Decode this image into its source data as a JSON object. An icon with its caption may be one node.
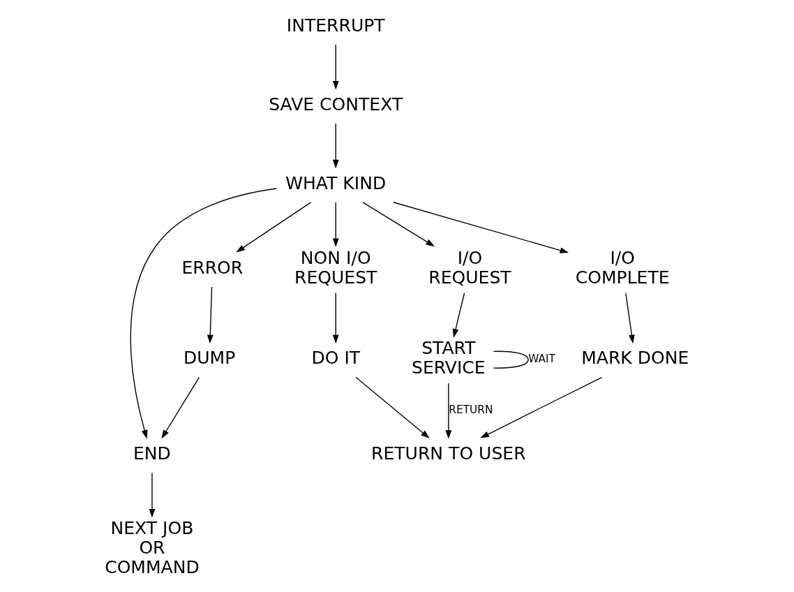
{
  "diagram": {
    "nodes": [
      {
        "text": [
          "INTERRUPT"
        ]
      },
      {
        "text": [
          "SAVE CONTEXT"
        ]
      },
      {
        "text": [
          "WHAT KIND"
        ]
      },
      {
        "text": [
          "END"
        ]
      },
      {
        "text": [
          "ERROR"
        ]
      },
      {
        "text": [
          "NON I/O REQUEST"
        ]
      },
      {
        "text": [
          "I/O REQUEST"
        ]
      },
      {
        "text": [
          "I/O COMPLETE"
        ]
      },
      {
        "text": [
          "NEXT JOB OR COMMAND"
        ]
      },
      {
        "text": [
          "DUMP"
        ]
      },
      {
        "text": [
          "DO IT"
        ]
      },
      {
        "text": [
          "START SERVICE"
        ]
      },
      {
        "text": [
          "MARK DONE"
        ]
      },
      {
        "text": [
          "RETURN TO USER"
        ]
      }
    ],
    "edges": [
      {
        "from": 0,
        "to": 1,
        "arrow": "to"
      },
      {
        "from": 1,
        "to": 2,
        "arrow": "to"
      },
      {
        "from": 2,
        "to": 3,
        "arrow": "to"
      },
      {
        "from": 2,
        "to": 4,
        "arrow": "to"
      },
      {
        "from": 2,
        "to": 5,
        "arrow": "to"
      },
      {
        "from": 2,
        "to": 6,
        "arrow": "to"
      },
      {
        "from": 2,
        "to": 7,
        "arrow": "to"
      },
      {
        "from": 3,
        "to": 8,
        "arrow": "to"
      },
      {
        "from": 4,
        "to": 9,
        "arrow": "to"
      },
      {
        "from": 9,
        "to": 3,
        "arrow": "to"
      },
      {
        "from": 5,
        "to": 10,
        "arrow": "to"
      },
      {
        "from": 6,
        "to": 11,
        "arrow": "to"
      },
      {
        "from": 7,
        "to": 12,
        "arrow": "to"
      },
      {
        "from": 10,
        "to": 13,
        "arrow": "to"
      },
      {
        "from": 11,
        "to": 11,
        "label": "WAIT",
        "arrow": "none"
      },
      {
        "from": 11,
        "to": 13,
        "label": "RETURN",
        "arrow": "to"
      },
      {
        "from": 12,
        "to": 13,
        "arrow": "to"
      }
    ]
  }
}
